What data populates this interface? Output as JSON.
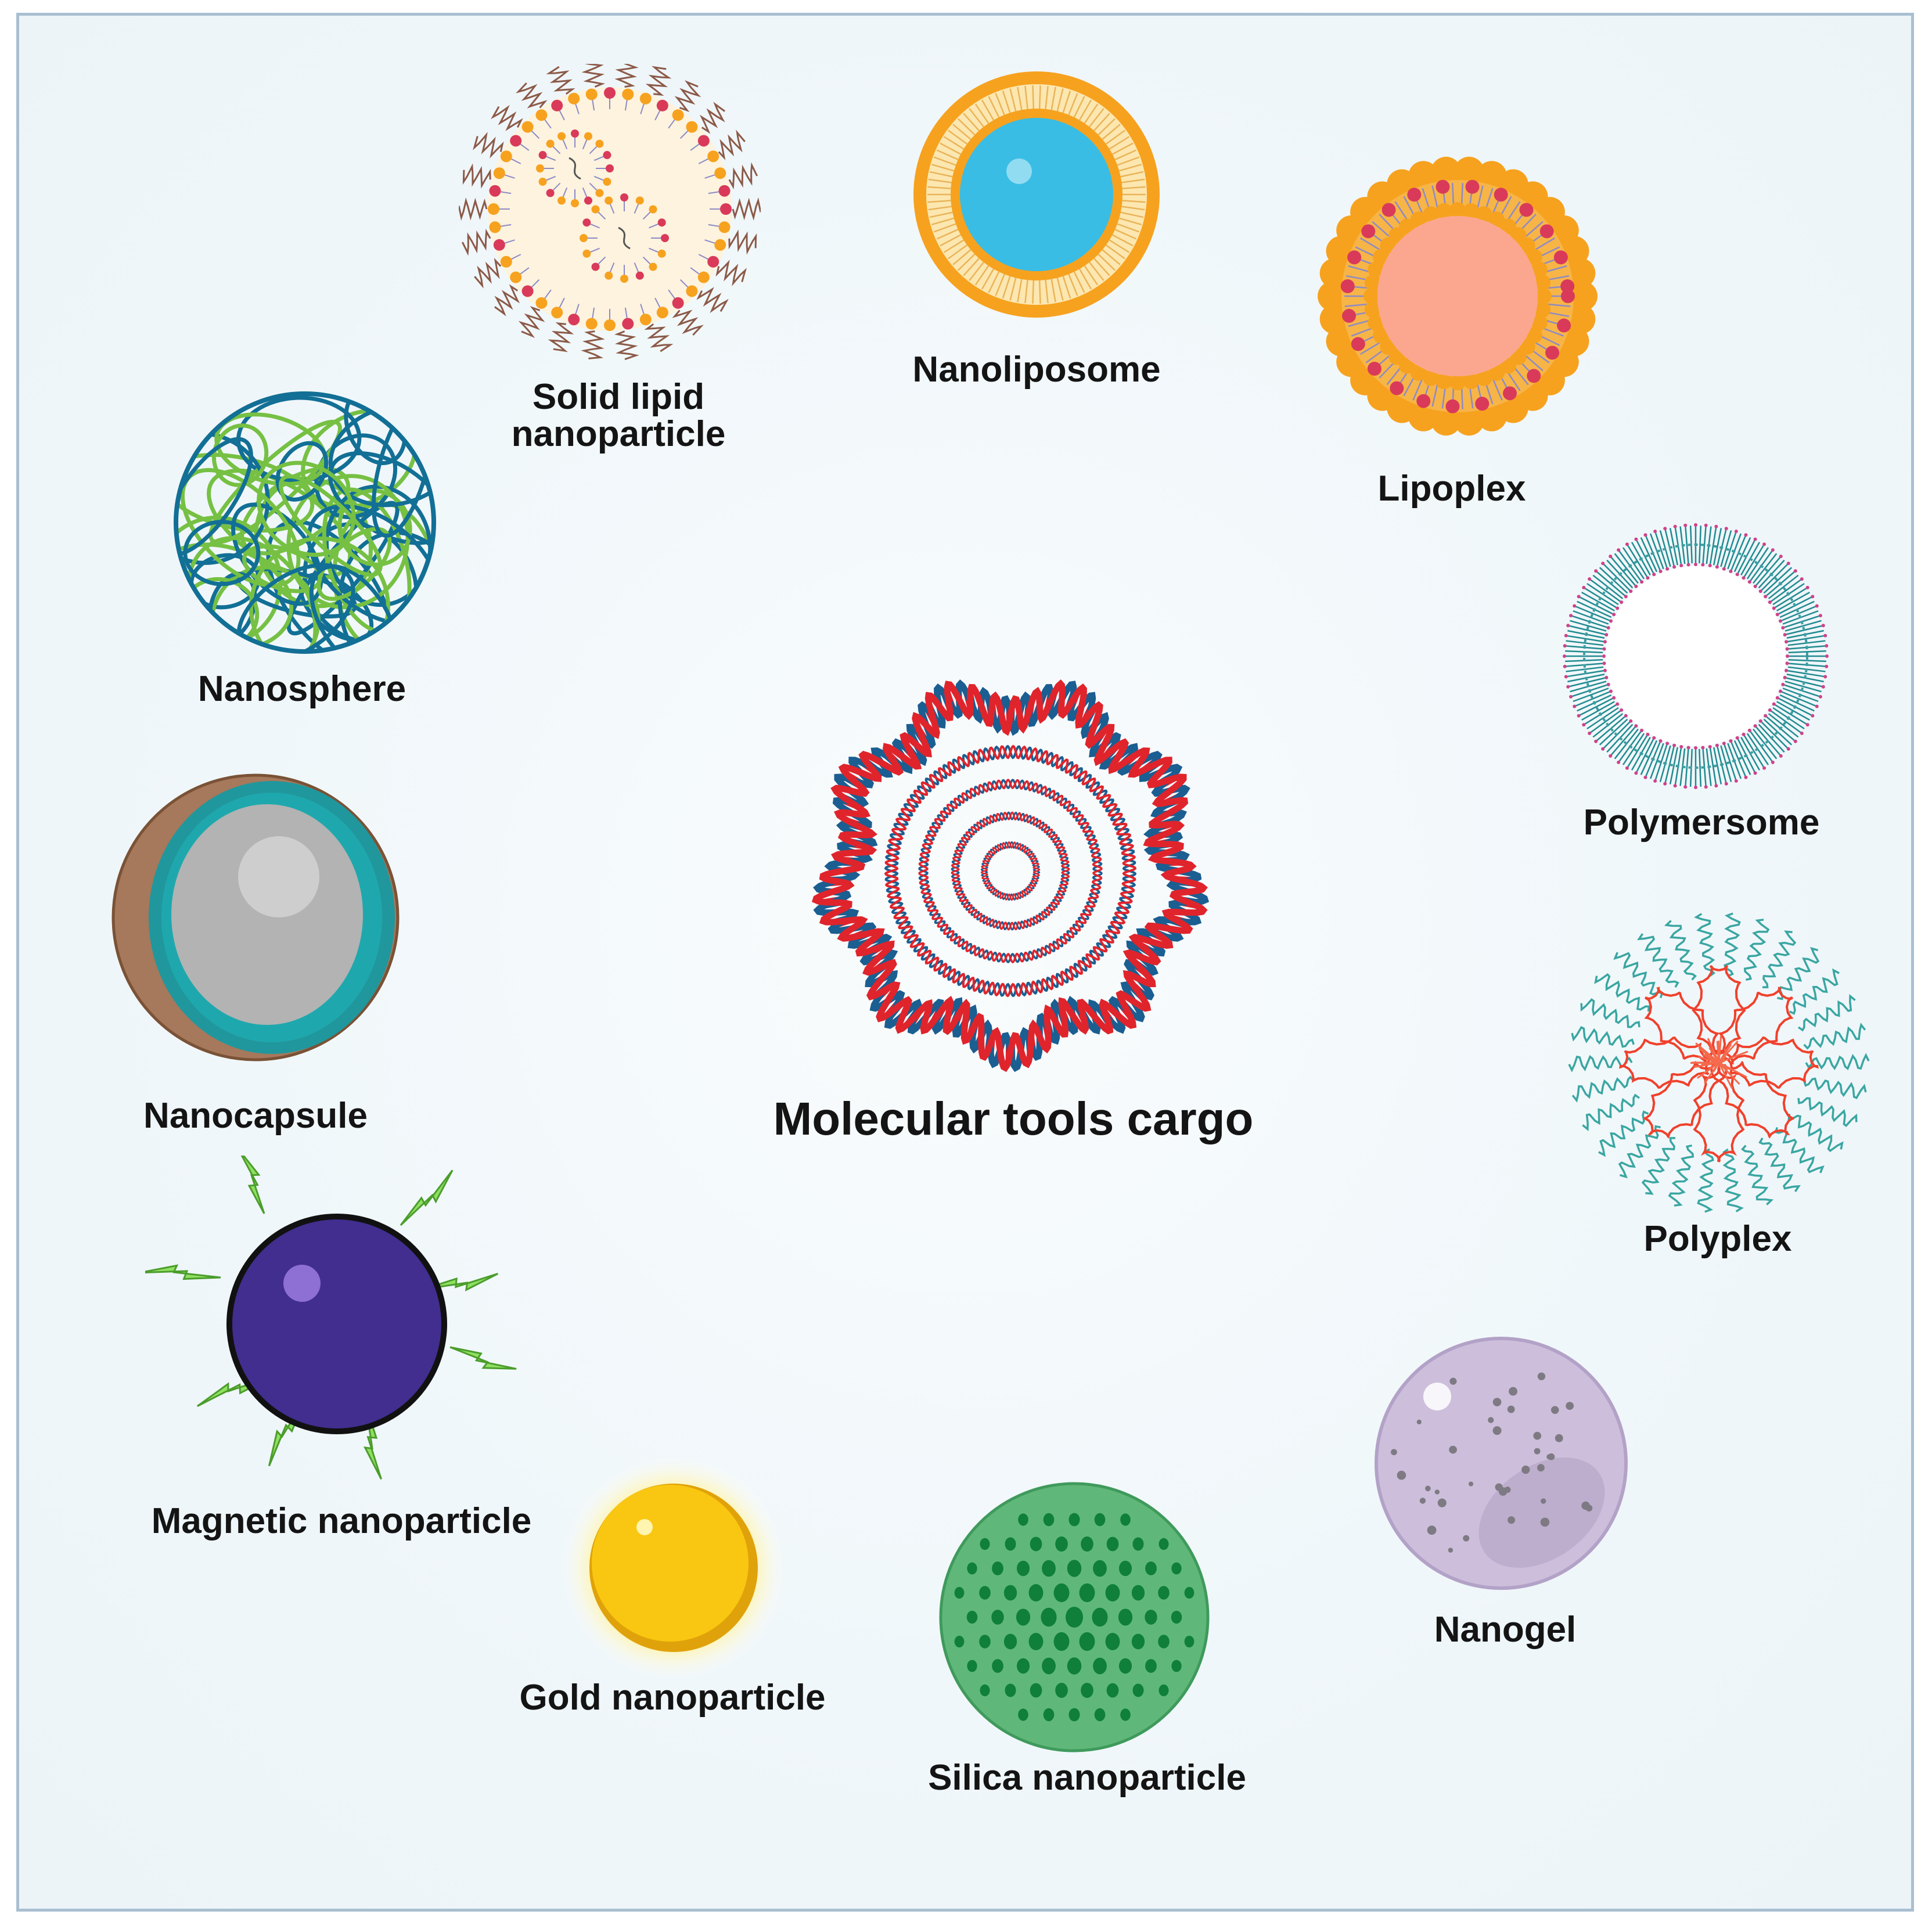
{
  "center": {
    "label": "Molecular tools cargo"
  },
  "particles": [
    {
      "name": "Solid lipid\nnanoparticle"
    },
    {
      "name": "Nanoliposome"
    },
    {
      "name": "Lipoplex"
    },
    {
      "name": "Nanosphere"
    },
    {
      "name": "Polymersome"
    },
    {
      "name": "Nanocapsule"
    },
    {
      "name": "Polyplex"
    },
    {
      "name": "Magnetic nanoparticle"
    },
    {
      "name": "Nanogel"
    },
    {
      "name": "Gold nanoparticle"
    },
    {
      "name": "Silica nanoparticle"
    }
  ],
  "colors": {
    "dna_red": "#e0242c",
    "dna_blue": "#1b5e91",
    "lipid_orange": "#f6a21f",
    "nanoliposome_core": "#39bde4",
    "lipoplex_core": "#fba78f",
    "nanosphere_blue": "#126f95",
    "nanosphere_green": "#76c043",
    "polymersome_teal": "#208a8f",
    "polymersome_pink": "#d0428a",
    "nanocapsule_grey": "#b3b3b3",
    "nanocapsule_teal": "#1ea8ad",
    "nanocapsule_shell": "#a6785c",
    "polyplex_red": "#f0412c",
    "polyplex_teal": "#3aa6a2",
    "magnetic_purple": "#412e8e",
    "spark_green": "#8fe061",
    "gold": "#f9c711",
    "silica_green": "#5fb87a",
    "silica_dots": "#0f7f3a",
    "nanogel_lilac": "#cdbfdb",
    "frame_border": "#a9bfd1"
  },
  "icons": {
    "center": "dna-cargo-icon",
    "solid_lipid": "solid-lipid-nanoparticle-icon",
    "nanoliposome": "nanoliposome-icon",
    "lipoplex": "lipoplex-icon",
    "nanosphere": "nanosphere-icon",
    "polymersome": "polymersome-icon",
    "nanocapsule": "nanocapsule-icon",
    "polyplex": "polyplex-icon",
    "magnetic": "magnetic-nanoparticle-icon",
    "nanogel": "nanogel-icon",
    "gold": "gold-nanoparticle-icon",
    "silica": "silica-nanoparticle-icon"
  }
}
